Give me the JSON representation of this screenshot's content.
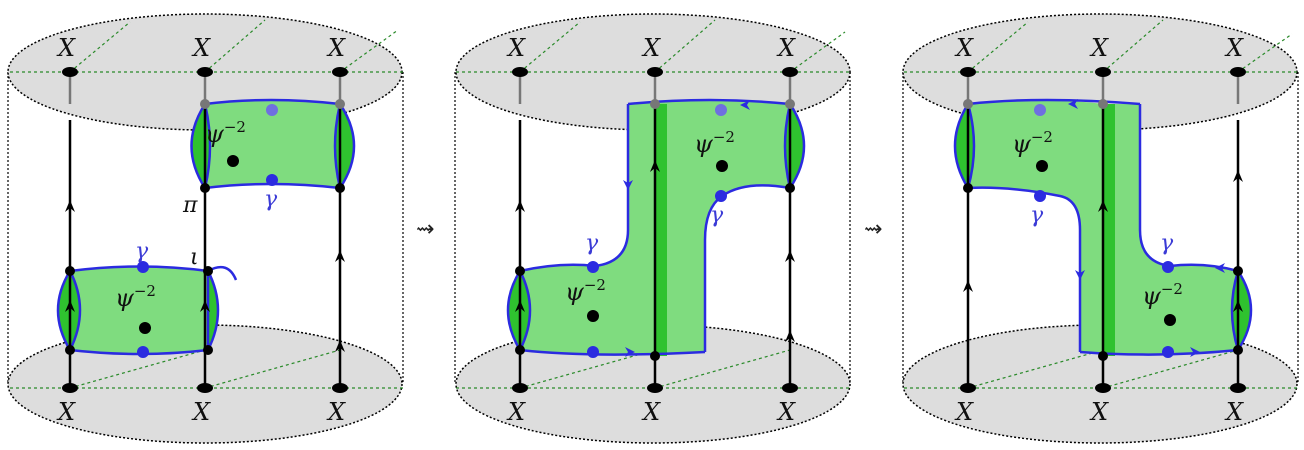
{
  "labels": {
    "x": "X",
    "gamma": "γ",
    "psi": "ψ",
    "psi_exp": "−2",
    "pi": "π",
    "iota": "ι",
    "squig": "⇝"
  },
  "colors": {
    "disk_fill": "#dddddd",
    "tube_fill": "#7fdc7f",
    "tube_cap": "#2fc22f",
    "boundary": "#2b2be0",
    "strand": "#000000",
    "diag_dotted": "#2a8a2a"
  }
}
